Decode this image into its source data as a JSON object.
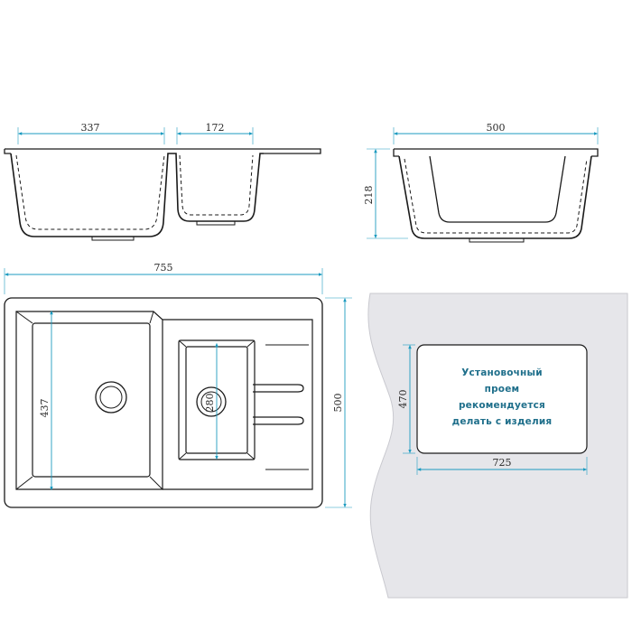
{
  "dimensions": {
    "width_big_bowl": "337",
    "width_small_bowl": "172",
    "depth": "218",
    "width_side": "500",
    "total_length": "755",
    "total_width": "500",
    "big_bowl_length": "437",
    "small_bowl_length": "280",
    "cutout_width": "725",
    "cutout_height": "470"
  },
  "note": {
    "line1": "Установочный",
    "line2": "проем",
    "line3": "рекомендуется",
    "line4": "делать с изделия"
  },
  "colors": {
    "dimension_lines": "#1d9bc0",
    "drawing_lines": "#1a1a1a",
    "countertop_fill": "#e6e6ea",
    "note_text": "#1f6f8b"
  }
}
